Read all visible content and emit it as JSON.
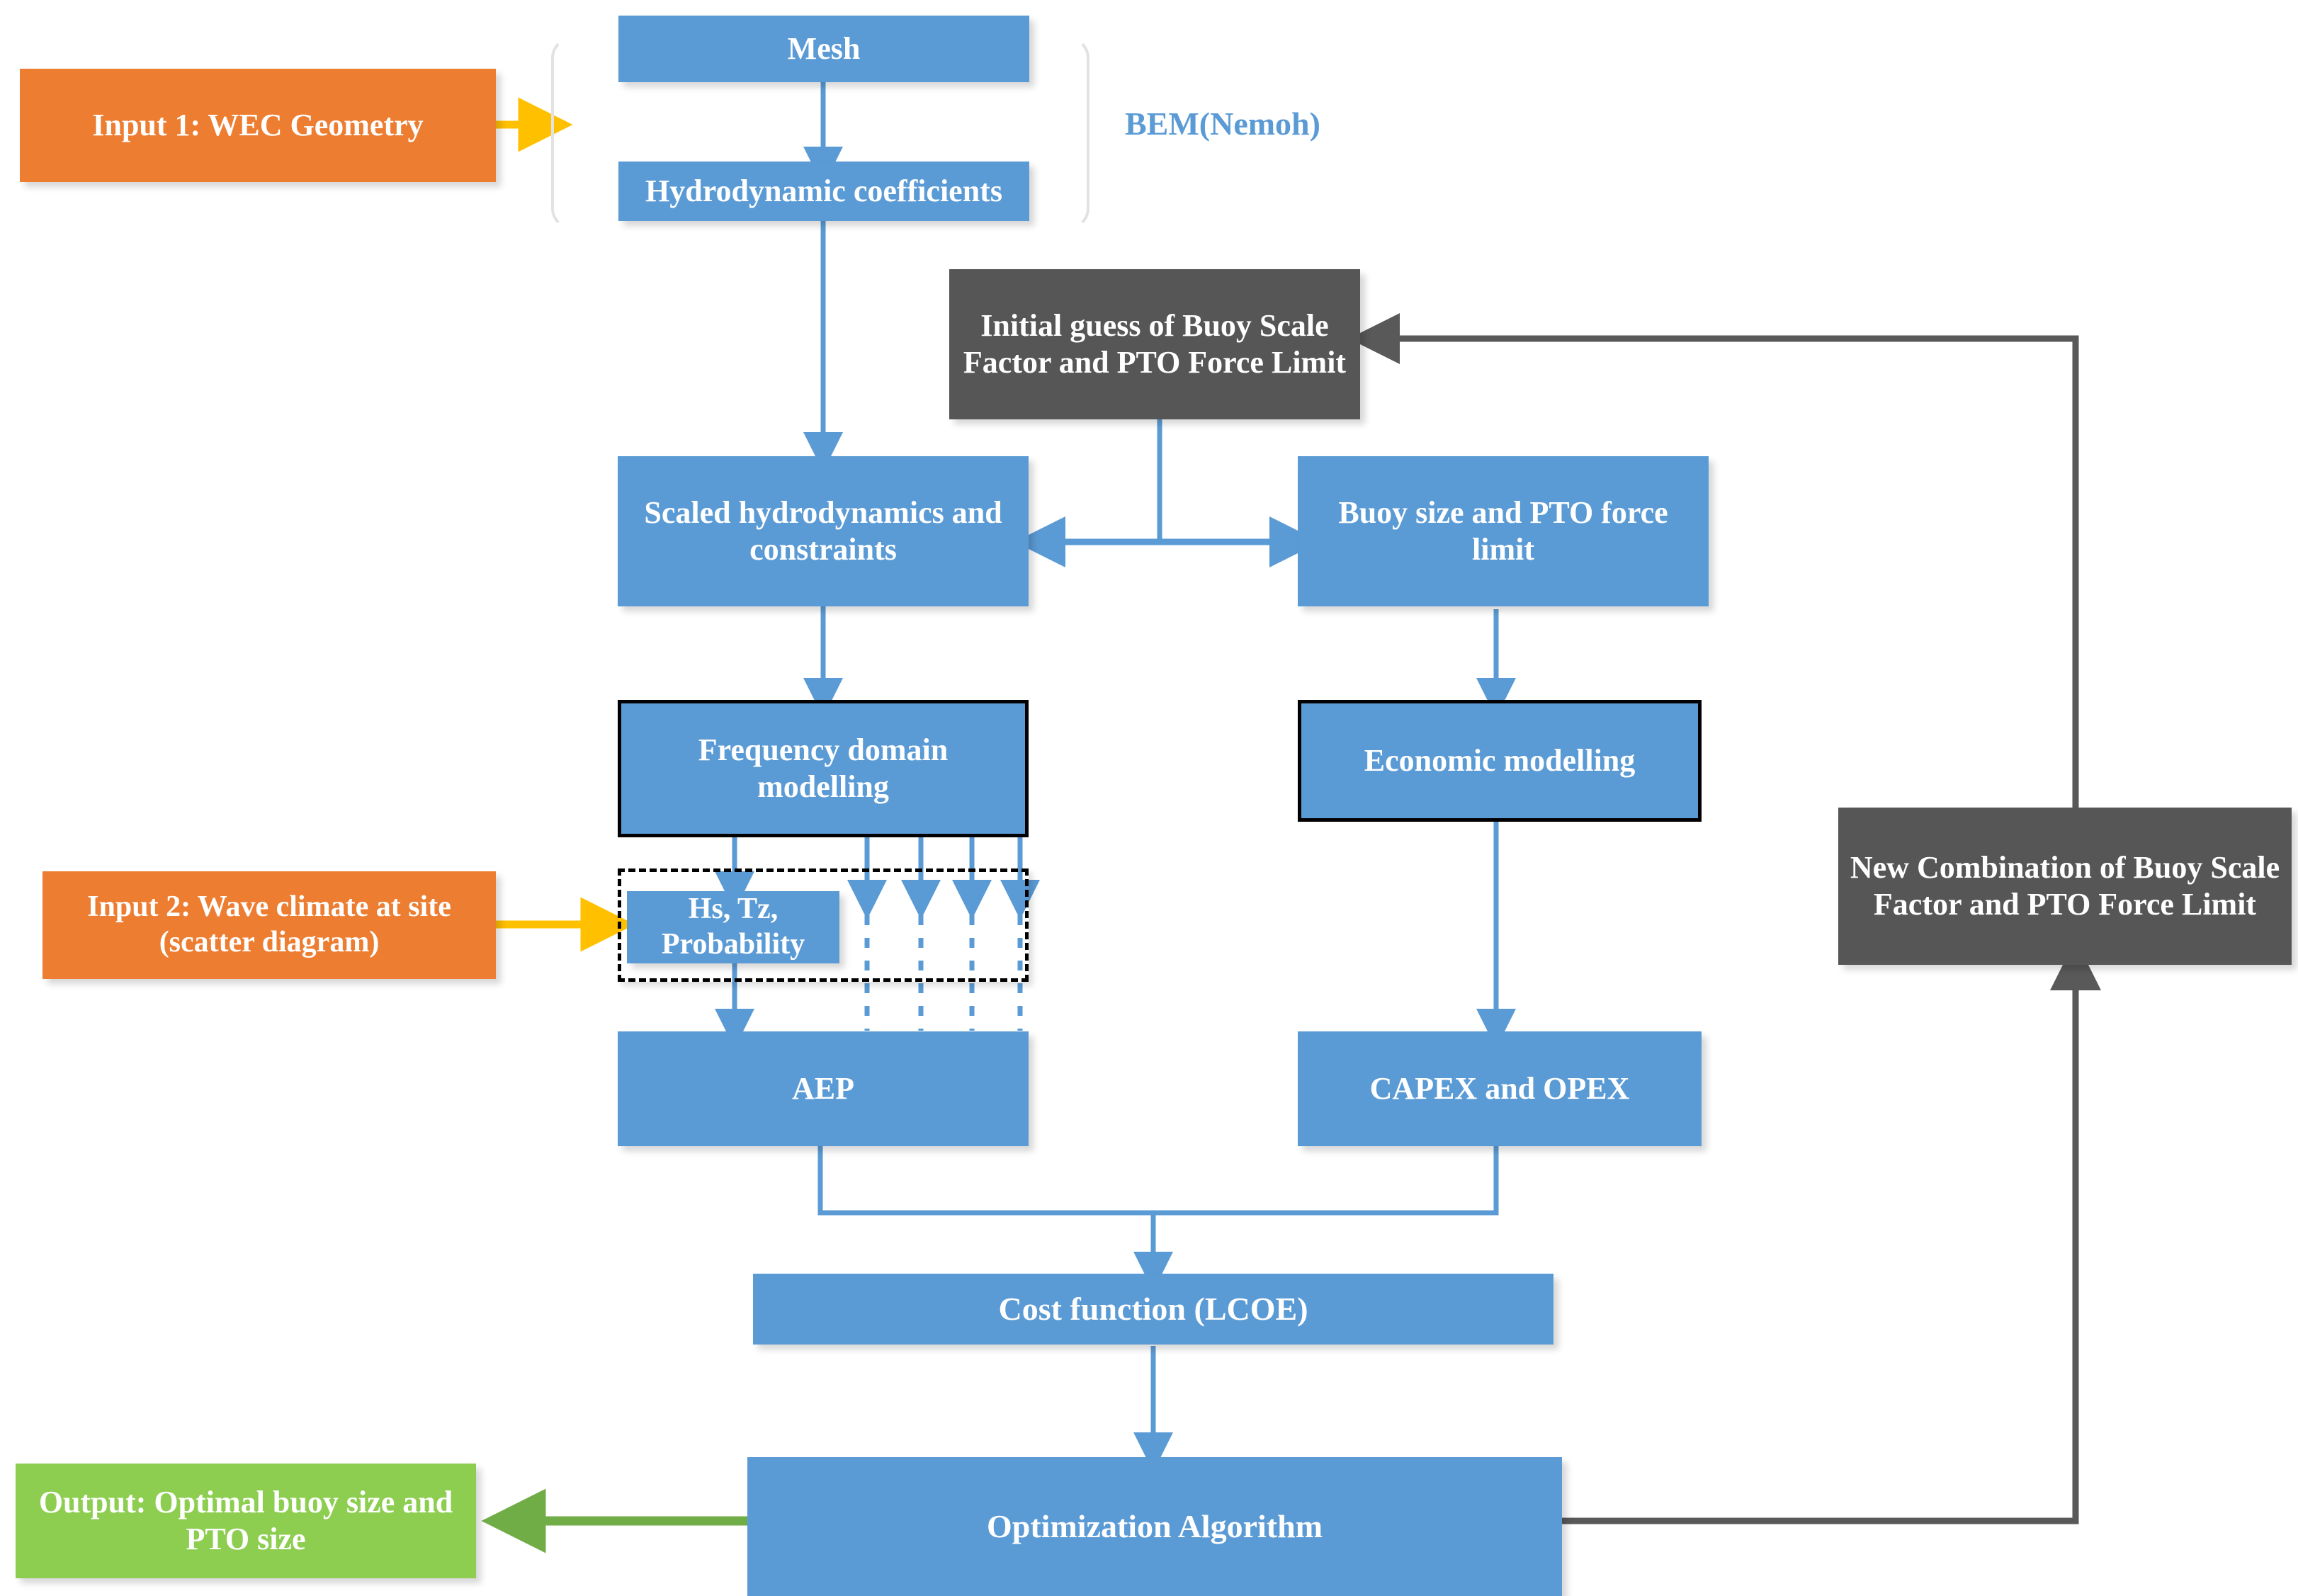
{
  "diagram": {
    "title_label": "BEM(Nemoh)",
    "colors": {
      "blue": "#5B9BD5",
      "orange": "#ED7D31",
      "green": "#8DCE50",
      "dark_gray": "#565656",
      "yellow_arrow": "#FFC000",
      "green_arrow": "#70AD47",
      "gray_arrow": "#595959",
      "blue_arrow": "#5B9BD5",
      "black_border": "#000000"
    },
    "nodes": {
      "input1": "Input 1: WEC Geometry",
      "input2": "Input 2: Wave climate at site (scatter diagram)",
      "mesh": "Mesh",
      "hydro_coeff": "Hydrodynamic coefficients",
      "initial_guess": "Initial guess of Buoy Scale Factor and PTO Force Limit",
      "scaled_hydro": "Scaled hydrodynamics and constraints",
      "buoy_pto": "Buoy size and PTO force limit",
      "freq_domain": "Frequency domain modelling",
      "economic": "Economic modelling",
      "hs_tz_prob": "Hs, Tz, Probability",
      "aep": "AEP",
      "capex_opex": "CAPEX and OPEX",
      "cost_function": "Cost function (LCOE)",
      "optimization": "Optimization Algorithm",
      "new_combination": "New Combination of Buoy Scale Factor and PTO Force Limit",
      "output": "Output: Optimal buoy size and PTO size"
    }
  }
}
